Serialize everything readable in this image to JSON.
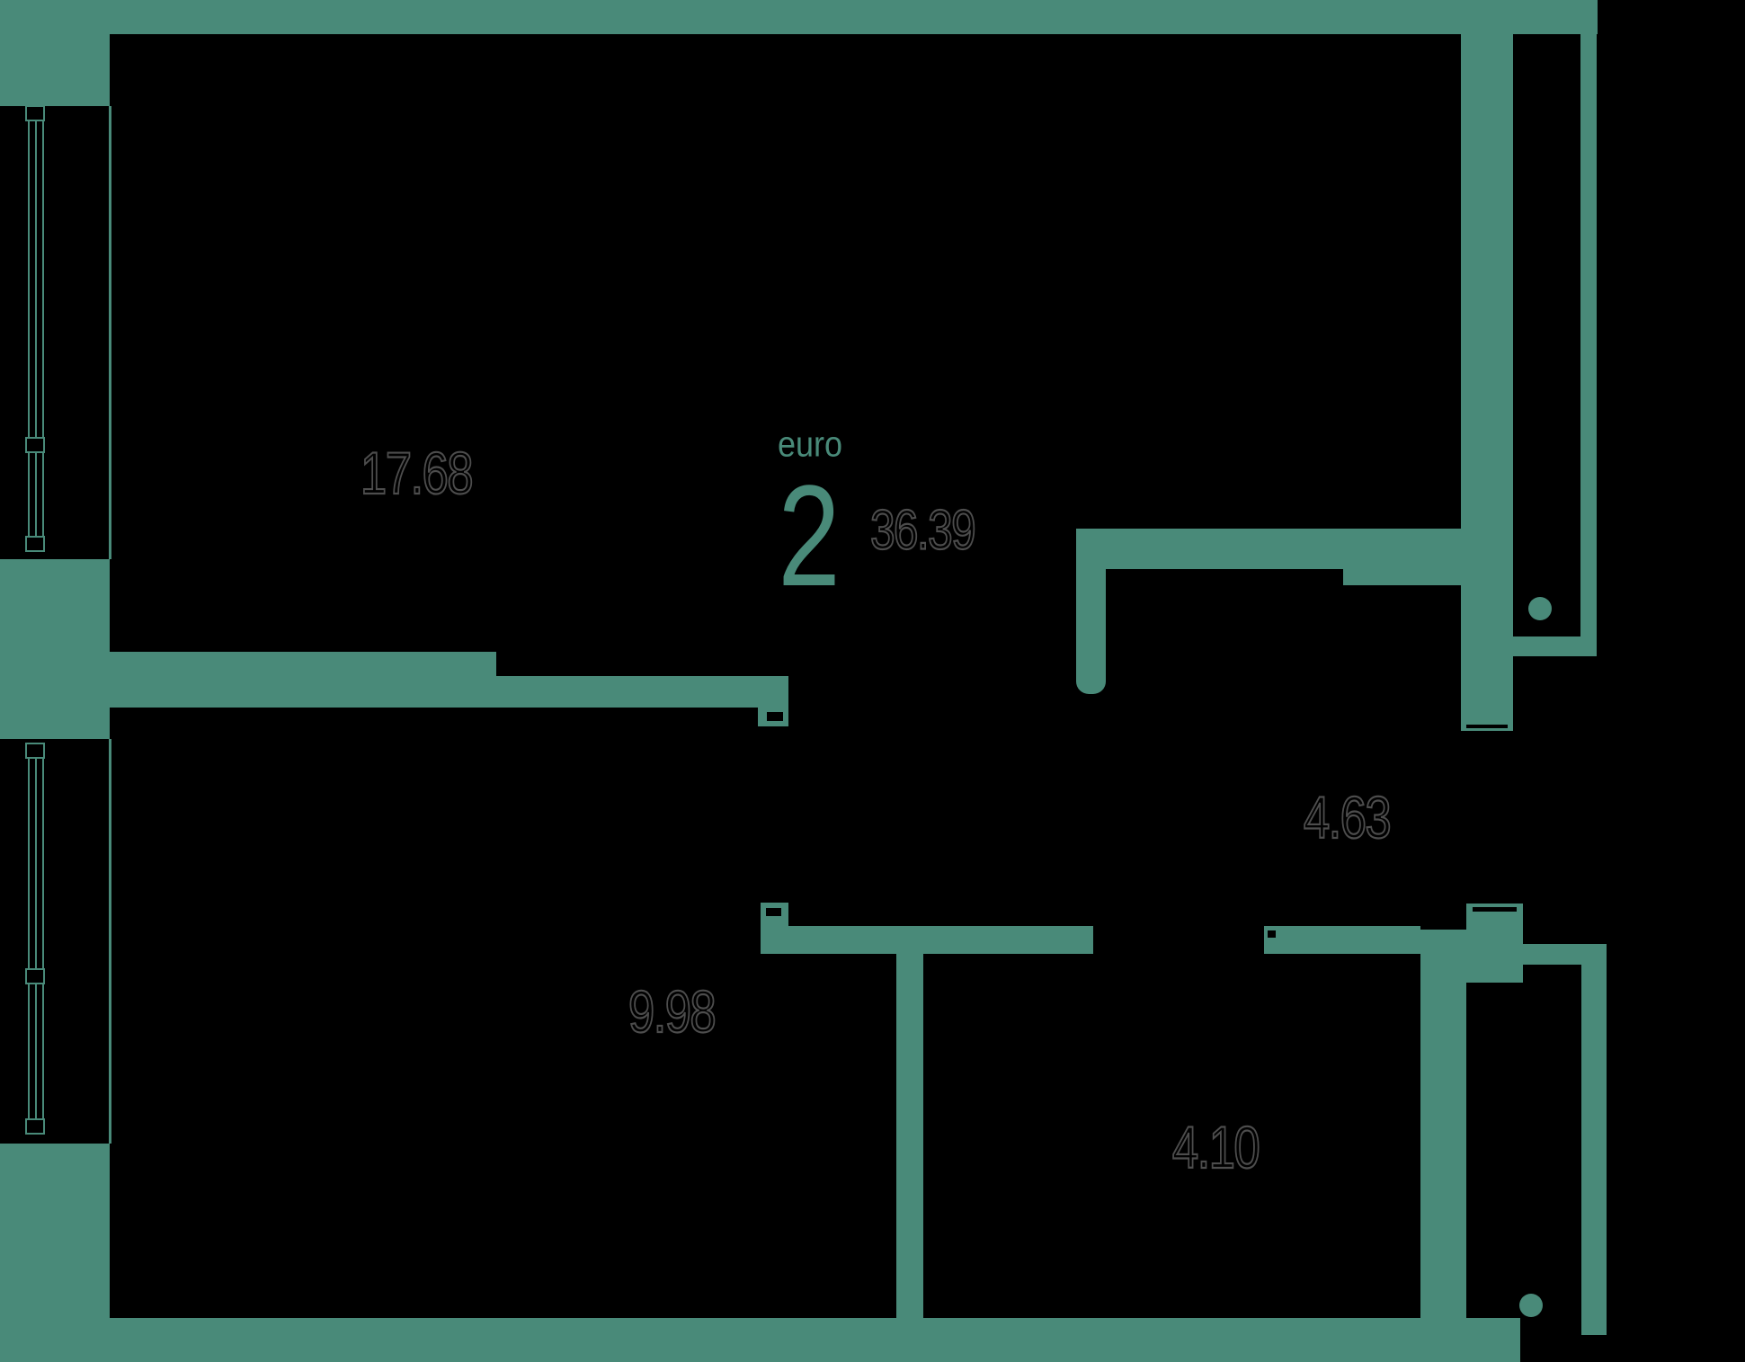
{
  "plan": {
    "unit_type_label": "euro",
    "unit_rooms_count": "2",
    "total_area": "36.39",
    "room_areas": [
      {
        "area": "17.68"
      },
      {
        "area": "9.98"
      },
      {
        "area": "4.63"
      },
      {
        "area": "4.10"
      }
    ],
    "colors": {
      "wall": "#498a79",
      "background": "#000000",
      "area_text": "#000000",
      "area_text_outline": "#4d4d4d"
    }
  }
}
